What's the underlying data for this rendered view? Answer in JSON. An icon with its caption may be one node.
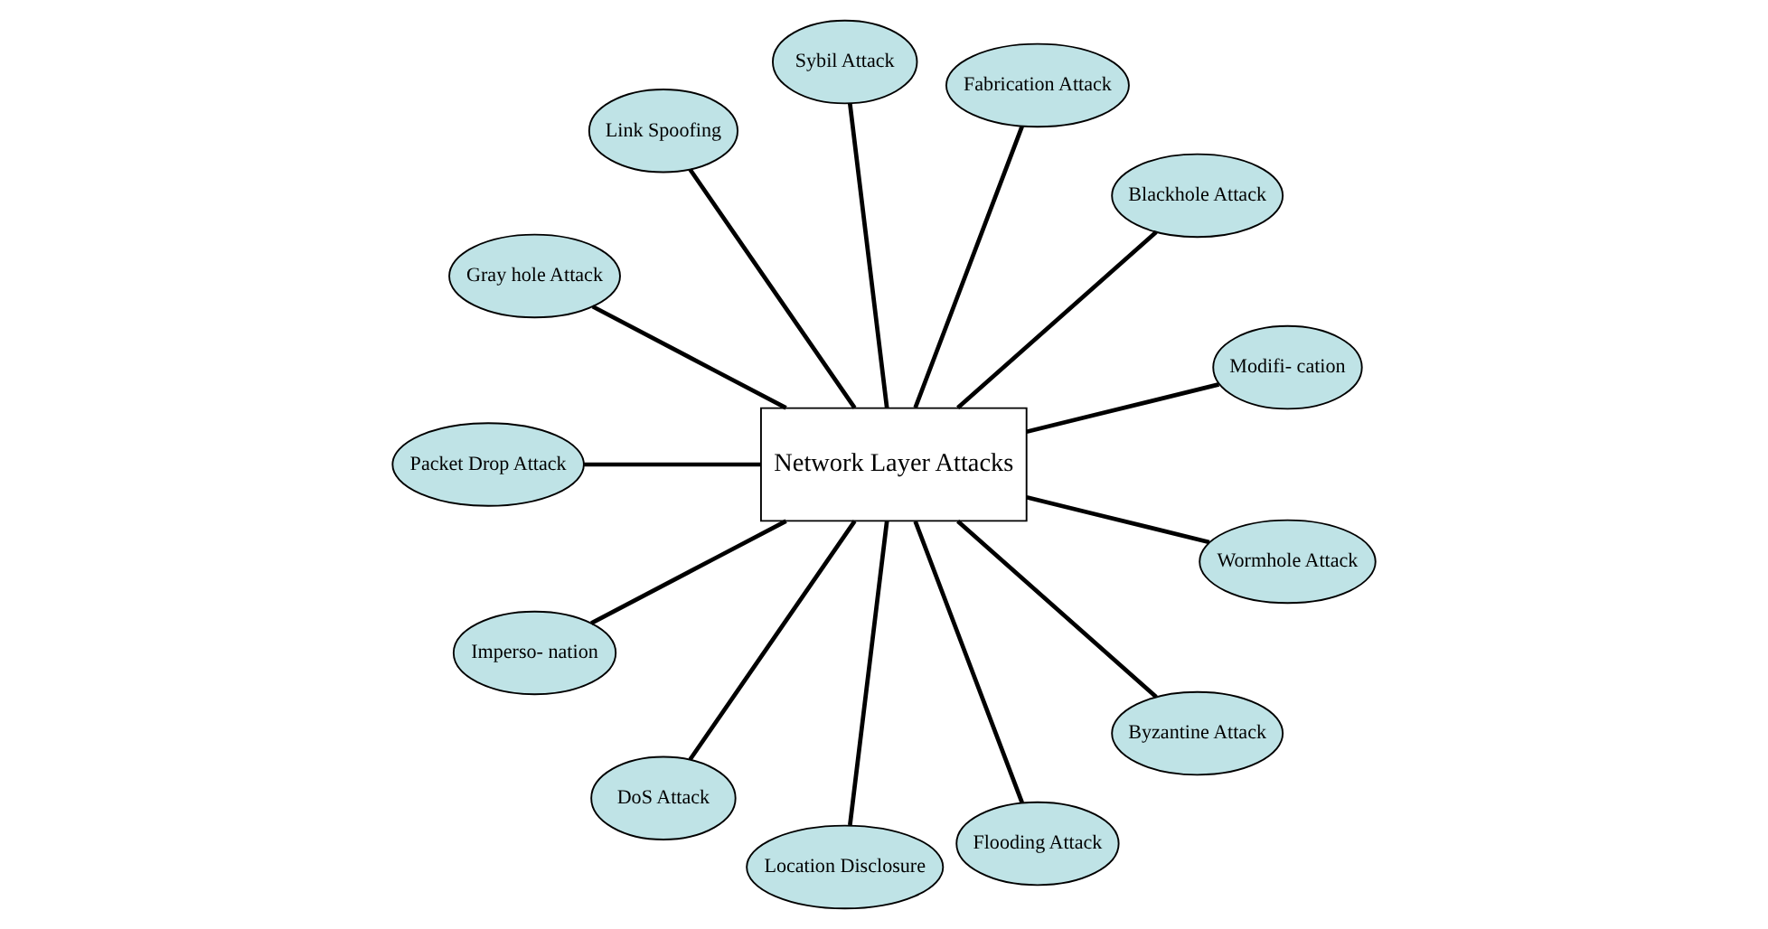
{
  "diagram": {
    "nodes": [
      {
        "text": [
          "Network Layer Attacks"
        ]
      },
      {
        "text": [
          "Modifi- cation"
        ]
      },
      {
        "text": [
          "Blackhole Attack"
        ]
      },
      {
        "text": [
          "Fabrication Attack"
        ]
      },
      {
        "text": [
          "Sybil Attack"
        ]
      },
      {
        "text": [
          "Link Spoofing"
        ]
      },
      {
        "text": [
          "Gray hole Attack"
        ]
      },
      {
        "text": [
          "Packet Drop Attack"
        ]
      },
      {
        "text": [
          "Imperso- nation"
        ]
      },
      {
        "text": [
          "DoS Attack"
        ]
      },
      {
        "text": [
          "Location Disclosure"
        ]
      },
      {
        "text": [
          "Flooding Attack"
        ]
      },
      {
        "text": [
          "Byzantine Attack"
        ]
      },
      {
        "text": [
          "Wormhole Attack"
        ]
      }
    ],
    "edges": [
      {
        "from": 0,
        "to": 1,
        "arrow": "none"
      },
      {
        "from": 0,
        "to": 2,
        "arrow": "none"
      },
      {
        "from": 0,
        "to": 3,
        "arrow": "none"
      },
      {
        "from": 0,
        "to": 4,
        "arrow": "none"
      },
      {
        "from": 0,
        "to": 5,
        "arrow": "none"
      },
      {
        "from": 0,
        "to": 6,
        "arrow": "none"
      },
      {
        "from": 0,
        "to": 7,
        "arrow": "none"
      },
      {
        "from": 0,
        "to": 8,
        "arrow": "none"
      },
      {
        "from": 0,
        "to": 9,
        "arrow": "none"
      },
      {
        "from": 0,
        "to": 10,
        "arrow": "none"
      },
      {
        "from": 0,
        "to": 11,
        "arrow": "none"
      },
      {
        "from": 0,
        "to": 12,
        "arrow": "none"
      },
      {
        "from": 0,
        "to": 13,
        "arrow": "none"
      }
    ]
  }
}
